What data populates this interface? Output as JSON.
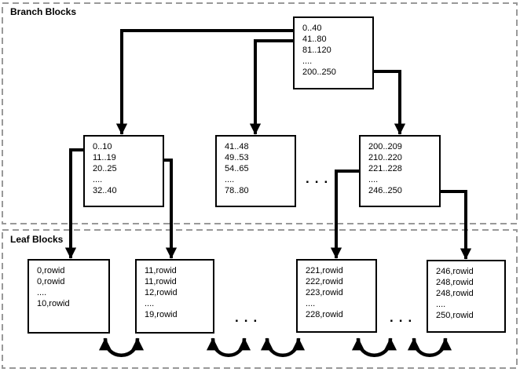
{
  "labels": {
    "branch_region": "Branch Blocks",
    "leaf_region": "Leaf Blocks"
  },
  "blocks": {
    "root": {
      "lines": [
        "0..40",
        "41..80",
        "81..120",
        "....",
        "200..250"
      ]
    },
    "branch_left": {
      "lines": [
        "0..10",
        "11..19",
        "20..25",
        "....",
        "32..40"
      ]
    },
    "branch_middle": {
      "lines": [
        "41..48",
        "49..53",
        "54..65",
        "....",
        "78..80"
      ]
    },
    "branch_right": {
      "lines": [
        "200..209",
        "210..220",
        "221..228",
        "....",
        "246..250"
      ]
    },
    "leaf_1": {
      "lines": [
        "0,rowid",
        "0,rowid",
        "....",
        "10,rowid"
      ]
    },
    "leaf_2": {
      "lines": [
        "11,rowid",
        "11,rowid",
        "12,rowid",
        "....",
        "19,rowid"
      ]
    },
    "leaf_3": {
      "lines": [
        "221,rowid",
        "222,rowid",
        "223,rowid",
        "....",
        "228,rowid"
      ]
    },
    "leaf_4": {
      "lines": [
        "246,rowid",
        "248,rowid",
        "248,rowid",
        "....",
        "250,rowid"
      ]
    }
  },
  "ellipsis": {
    "branch_row": "...",
    "leaf_row_left": "...",
    "leaf_row_right": "..."
  },
  "colors": {
    "line": "#000000",
    "box_border": "#000000",
    "box_background": "#ffffff",
    "dashed_border": "#999999",
    "text": "#000000",
    "background": "#ffffff"
  }
}
